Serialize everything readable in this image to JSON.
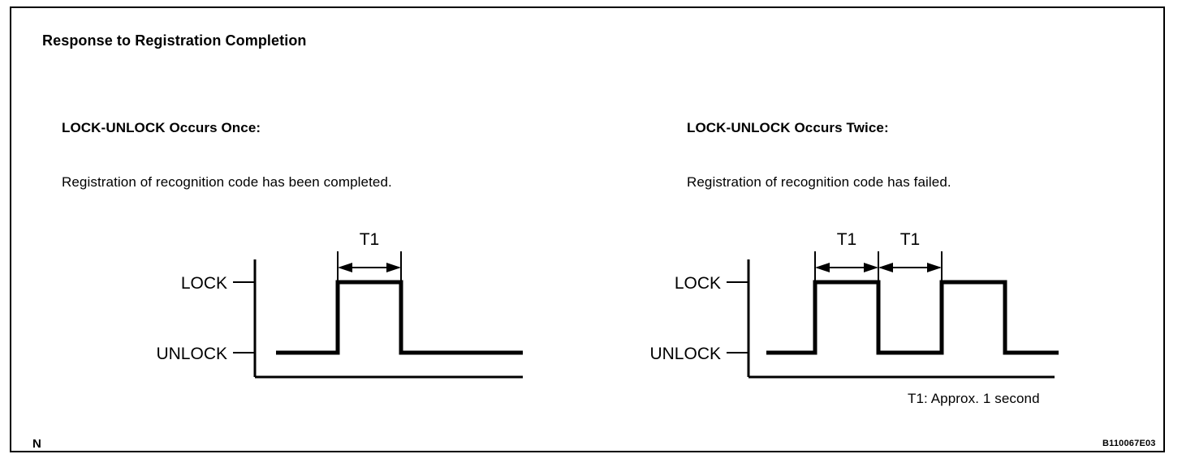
{
  "figure": {
    "title": "Response to Registration Completion",
    "corner_mark": "N",
    "drawing_code": "B110067E03",
    "note": "T1: Approx. 1 second"
  },
  "columns": [
    {
      "heading": "LOCK-UNLOCK Occurs Once:",
      "description": "Registration of recognition code has been completed."
    },
    {
      "heading": "LOCK-UNLOCK Occurs Twice:",
      "description": "Registration of recognition code has failed."
    }
  ],
  "waveforms": {
    "left": {
      "level_high_label": "LOCK",
      "level_low_label": "UNLOCK",
      "dimension_labels": [
        "T1"
      ],
      "pulse_count": 1
    },
    "right": {
      "level_high_label": "LOCK",
      "level_low_label": "UNLOCK",
      "dimension_labels": [
        "T1",
        "T1"
      ],
      "pulse_count": 2
    }
  },
  "colors": {
    "ink": "#000000",
    "paper": "#ffffff"
  }
}
